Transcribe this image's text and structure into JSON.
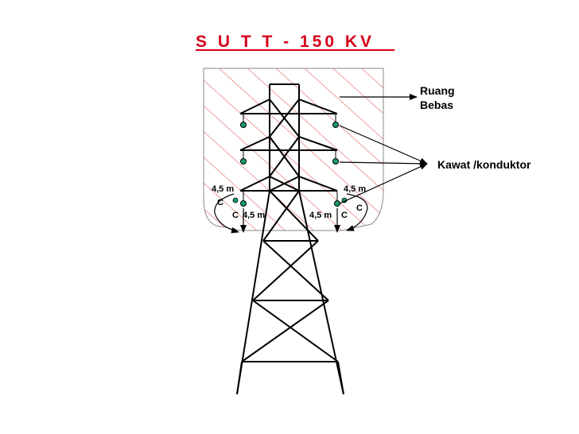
{
  "title": "S U T T - 150 KV",
  "labels": {
    "ruang_line1": "Ruang",
    "ruang_line2": "Bebas",
    "kawat": "Kawat /konduktor",
    "dim_upper_left": "4,5 m",
    "dim_upper_right": "4,5 m",
    "dim_lower_left": "4,5 m",
    "dim_lower_right": "4,5 m",
    "c_upper_left": "C",
    "c_upper_right": "C",
    "c_lower_left": "C",
    "c_lower_right": "C"
  },
  "colors": {
    "title": "#d4001a",
    "hatch": "#e06060",
    "insulator": "#1a9a6a",
    "structure": "#000000"
  }
}
